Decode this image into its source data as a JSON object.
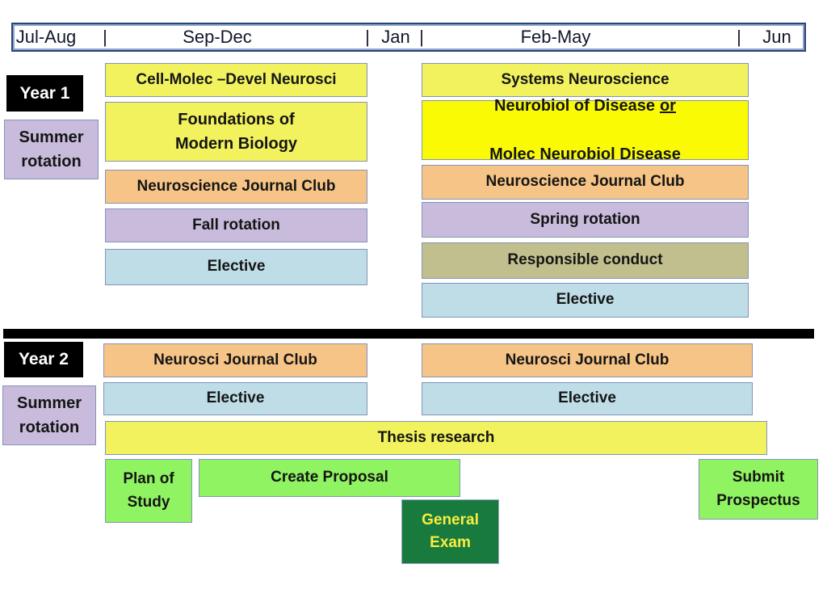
{
  "timeline": {
    "separator": "|",
    "months": [
      {
        "label": "Jul-Aug"
      },
      {
        "label": "Sep-Dec"
      },
      {
        "label": "Jan"
      },
      {
        "label": "Feb-May"
      },
      {
        "label": "Jun"
      }
    ]
  },
  "year1": {
    "label": "Year 1",
    "summer_rotation": "Summer\nrotation",
    "fall": {
      "cell_molec_devel_neurosci": "Cell-Molec –Devel Neurosci",
      "foundations_modern_biology": "Foundations of\nModern Biology",
      "neuroscience_journal_club": "Neuroscience Journal Club",
      "fall_rotation": "Fall rotation",
      "elective": "Elective"
    },
    "spring": {
      "systems_neuroscience": "Systems Neuroscience",
      "neurobiol": {
        "line1_text": "Neurobiol of Disease",
        "or_word": "or",
        "line2_text": "Molec Neurobiol Disease"
      },
      "neuroscience_journal_club": "Neuroscience Journal Club",
      "spring_rotation": "Spring rotation",
      "responsible_conduct": "Responsible conduct",
      "elective": "Elective"
    }
  },
  "year2": {
    "label": "Year 2",
    "summer_rotation": "Summer\nrotation",
    "fall_journal_club": "Neurosci Journal Club",
    "fall_elective": "Elective",
    "spring_journal_club": "Neurosci Journal Club",
    "spring_elective": "Elective",
    "thesis_research": "Thesis research",
    "milestones": {
      "plan_of_study": "Plan of\nStudy",
      "create_proposal": "Create Proposal",
      "general_exam": "General\nExam",
      "submit_prospectus": "Submit\nProspectus"
    }
  },
  "colors": {
    "pale_yellow": "#F2F25F",
    "bright_yellow": "#FAFA05",
    "orange": "#F6C486",
    "lavender": "#C8BBDC",
    "light_blue": "#BEDDE7",
    "olive": "#C0BF8D",
    "bright_green": "#90F362",
    "dark_green": "#187A3C",
    "exam_text_yellow": "#F9ED43",
    "header_border_navy": "#2A4573",
    "box_border_gray_blue": "#8593B8",
    "divider_black": "#000000"
  }
}
